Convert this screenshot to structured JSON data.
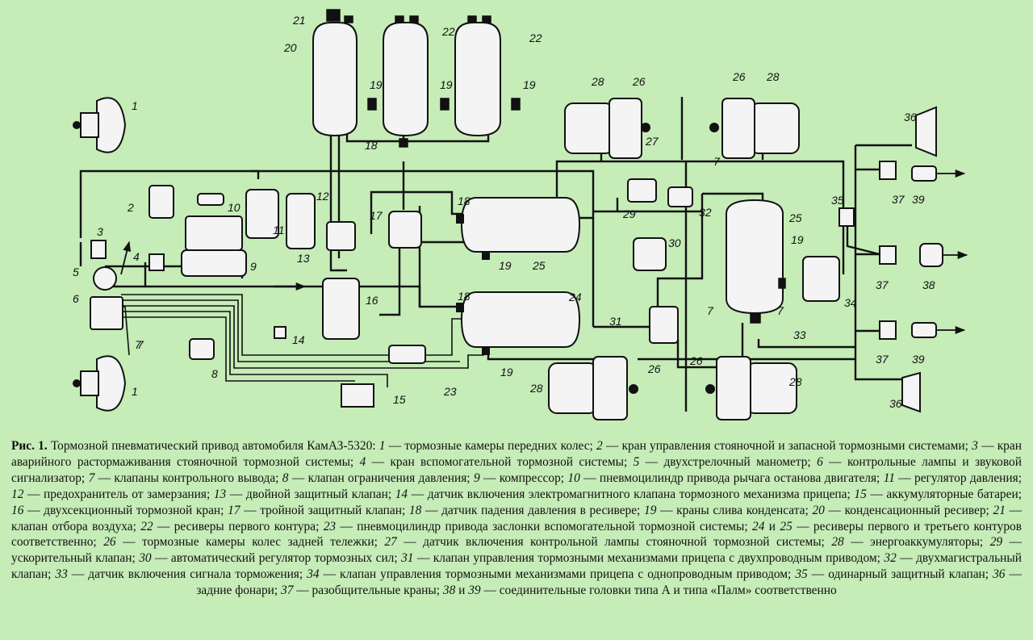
{
  "diagram": {
    "labels": [
      "1",
      "1",
      "2",
      "3",
      "4",
      "5",
      "6",
      "7",
      "8",
      "9",
      "10",
      "11",
      "12",
      "13",
      "14",
      "15",
      "16",
      "17",
      "18",
      "18",
      "18",
      "19",
      "19",
      "19",
      "19",
      "19",
      "19",
      "20",
      "21",
      "22",
      "22",
      "23",
      "24",
      "25",
      "25",
      "26",
      "26",
      "26",
      "26",
      "27",
      "28",
      "28",
      "28",
      "28",
      "29",
      "30",
      "31",
      "32",
      "33",
      "34",
      "35",
      "36",
      "36",
      "37",
      "37",
      "37",
      "38",
      "39",
      "39",
      "7",
      "7",
      "7",
      "7"
    ]
  },
  "caption": {
    "fig": "Рис. 1.",
    "title": "Тормозной пневматический привод автомобиля КамАЗ-5320:",
    "items": [
      {
        "n": "1",
        "t": "тормозные камеры передних колес;"
      },
      {
        "n": "2",
        "t": "кран управления стояночной и запасной тормозными системами;"
      },
      {
        "n": "3",
        "t": "кран аварийного растормаживания стояночной тормозной системы;"
      },
      {
        "n": "4",
        "t": "кран вспомогательной тормозной системы;"
      },
      {
        "n": "5",
        "t": "двухстрелочный манометр;"
      },
      {
        "n": "6",
        "t": "контрольные лампы и звуковой сигнализатор;"
      },
      {
        "n": "7",
        "t": "клапаны контрольного вывода;"
      },
      {
        "n": "8",
        "t": "клапан ограничения давления;"
      },
      {
        "n": "9",
        "t": "компрессор;"
      },
      {
        "n": "10",
        "t": "пневмоцилиндр привода рычага останова двигателя;"
      },
      {
        "n": "11",
        "t": "регулятор давления;"
      },
      {
        "n": "12",
        "t": "предохранитель от замерзания;"
      },
      {
        "n": "13",
        "t": "двойной защитный клапан;"
      },
      {
        "n": "14",
        "t": "датчик включения электромагнитного клапана тормозного механизма прицепа;"
      },
      {
        "n": "15",
        "t": "аккумуляторные батареи;"
      },
      {
        "n": "16",
        "t": "двухсекционный тормозной кран;"
      },
      {
        "n": "17",
        "t": "тройной защитный клапан;"
      },
      {
        "n": "18",
        "t": "датчик падения давления в ресивере;"
      },
      {
        "n": "19",
        "t": "краны слива конденсата;"
      },
      {
        "n": "20",
        "t": "конденсационный ресивер;"
      },
      {
        "n": "21",
        "t": "клапан отбора воздуха;"
      },
      {
        "n": "22",
        "t": "ресиверы первого контура;"
      },
      {
        "n": "23",
        "t": "пневмоцилиндр привода заслонки вспомогательной тормозной системы;"
      },
      {
        "n": "24 и 25",
        "t": "ресиверы первого и третьего контуров соответственно;"
      },
      {
        "n": "26",
        "t": "тормозные камеры колес задней тележки;"
      },
      {
        "n": "27",
        "t": "датчик включения контрольной лампы стояночной тормозной системы;"
      },
      {
        "n": "28",
        "t": "энергоаккумуляторы;"
      },
      {
        "n": "29",
        "t": "ускорительный клапан;"
      },
      {
        "n": "30",
        "t": "автоматический регулятор тормозных сил;"
      },
      {
        "n": "31",
        "t": "клапан управления тормозными механизмами прицепа с двухпроводным приводом;"
      },
      {
        "n": "32",
        "t": "двухмагистральный клапан;"
      },
      {
        "n": "33",
        "t": "датчик включения сигнала торможения;"
      },
      {
        "n": "34",
        "t": "клапан управления тормозными механизмами прицепа с однопроводным приводом;"
      },
      {
        "n": "35",
        "t": "одинарный защитный клапан;"
      },
      {
        "n": "36",
        "t": "задние фонари;"
      },
      {
        "n": "37",
        "t": "разобщительные краны;"
      },
      {
        "n": "38 и 39",
        "t": "соединительные головки типа А и типа «Палм» соответственно"
      }
    ]
  }
}
